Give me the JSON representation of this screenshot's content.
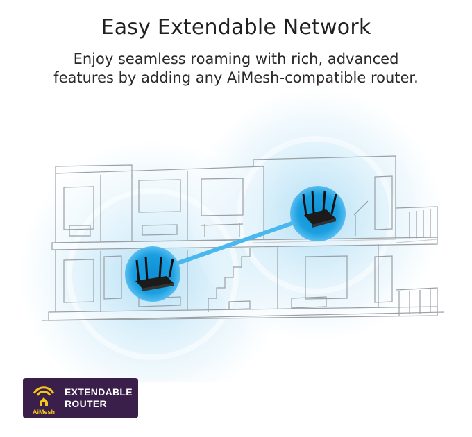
{
  "heading": "Easy Extendable Network",
  "description": {
    "line1": "Enjoy seamless roaming with rich, advanced",
    "line2": "features by adding any AiMesh-compatible router."
  },
  "badge": {
    "brand": "AiMesh",
    "line1": "EXTENDABLE",
    "line2": "ROUTER",
    "background": "#3a1f4a",
    "accent": "#f5c518"
  },
  "colors": {
    "signal": "#bfe4f7",
    "router_glow": "#1a9fe0",
    "mesh_link": "#4ab8ee",
    "line_art": "#9aa0a6"
  },
  "icons": {
    "router_main": "router-icon",
    "router_node": "router-icon",
    "badge_logo": "house-signal-icon"
  }
}
